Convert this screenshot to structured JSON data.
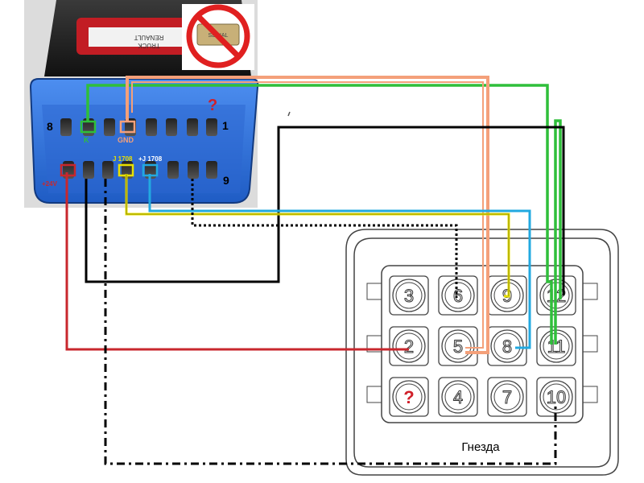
{
  "obd": {
    "device_label_top": "RENAULT",
    "device_label_bottom": "TRUCK",
    "side_left_number": "8",
    "side_right_number": "1",
    "side_bottom_number": "9",
    "unknown_mark": "?",
    "pin_k": "K",
    "pin_gnd": "GND",
    "pin_j1708": "J 1708",
    "pin_j1708_plus": "+J 1708",
    "pin_24v": "+24V",
    "banned_device_text": "SERIAL"
  },
  "socket": {
    "title": "Гнезда",
    "pins": [
      "3",
      "6",
      "9",
      "12",
      "2",
      "5",
      "8",
      "11",
      "?",
      "4",
      "7",
      "10"
    ]
  },
  "colors": {
    "wire_green": "#2fbf3a",
    "wire_salmon": "#f4a07a",
    "wire_black": "#000000",
    "wire_blue": "#22a9e0",
    "wire_yellow": "#e8e000",
    "wire_red": "#c8272d",
    "obd_blue": "#2b6fd8",
    "question_red": "#d0202a",
    "ban_red": "#e02020"
  }
}
